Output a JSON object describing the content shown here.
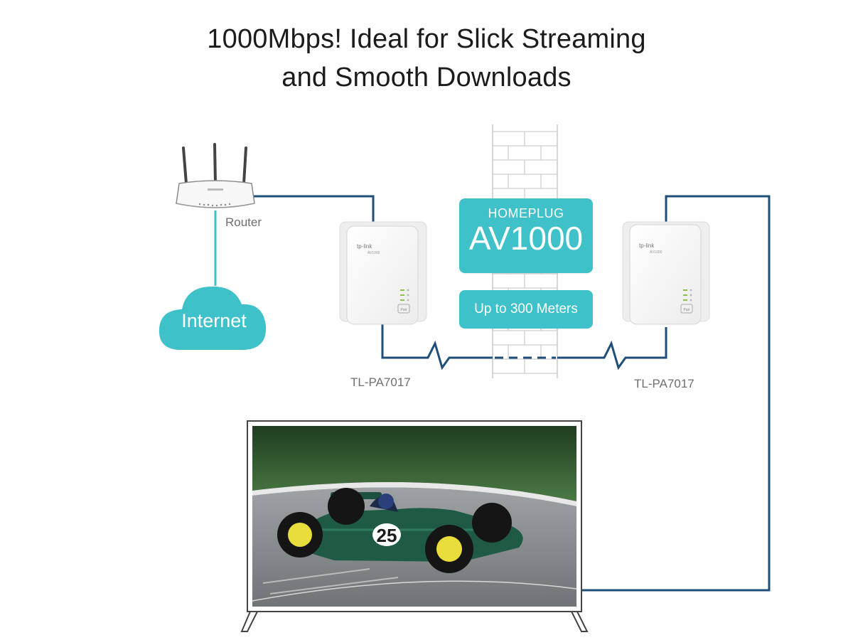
{
  "title": {
    "line1": "1000Mbps! Ideal for Slick Streaming",
    "line2": "and Smooth Downloads"
  },
  "router": {
    "label": "Router",
    "icon": "router-icon"
  },
  "internet": {
    "label": "Internet",
    "icon": "cloud-icon"
  },
  "adapters": {
    "left": {
      "model": "TL-PA7017",
      "brand": "tp-link",
      "sub": "AV1000",
      "button": "Pair"
    },
    "right": {
      "model": "TL-PA7017",
      "brand": "tp-link",
      "sub": "AV1000",
      "button": "Pair"
    }
  },
  "homeplug": {
    "top": "HOMEPLUG",
    "main": "AV1000"
  },
  "range": {
    "label": "Up to 300 Meters"
  },
  "tv": {
    "icon": "tv-icon",
    "scene": "race-car-photo",
    "car_number": "25"
  },
  "colors": {
    "accent_teal": "#3fc1c9",
    "cable_navy": "#1f4e79",
    "wall_gray": "#c9c9c9"
  }
}
